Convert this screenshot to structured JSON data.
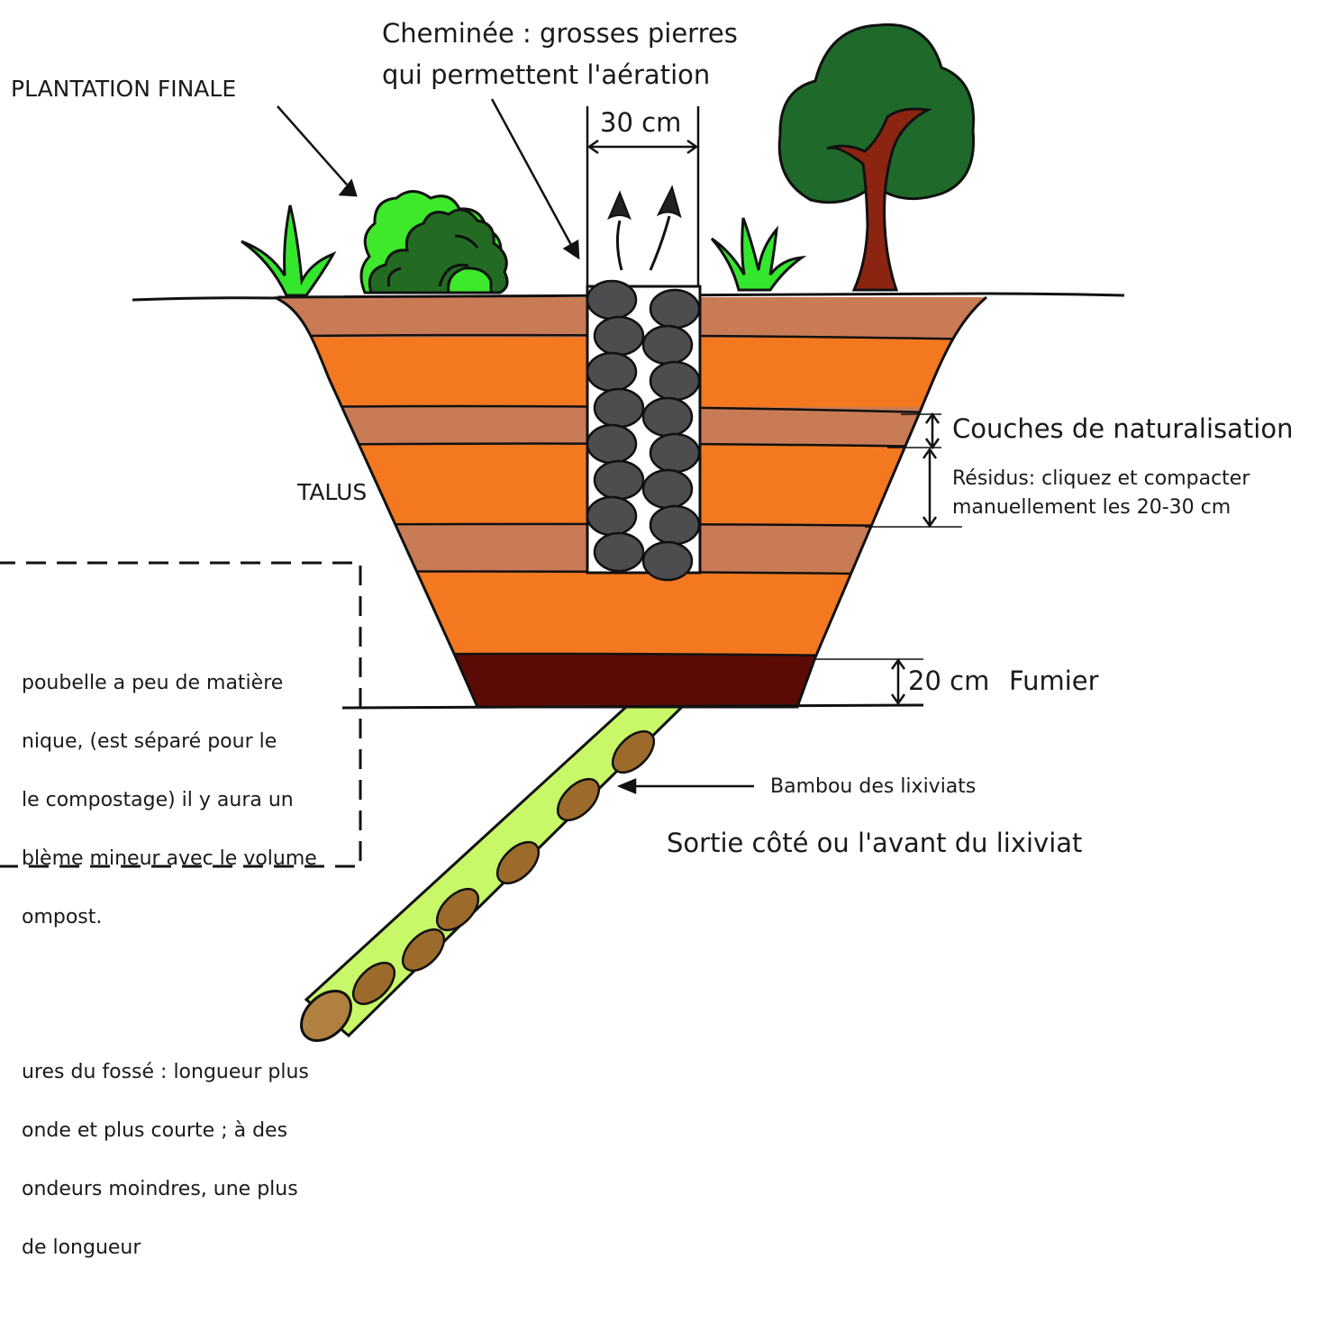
{
  "labels": {
    "plantation": "PLANTATION FINALE",
    "chimney_line1": "Cheminée : grosses pierres",
    "chimney_line2": "qui permettent l'aération",
    "width_30": "30 cm",
    "talus": "TALUS",
    "naturalisation": "Couches de naturalisation",
    "residus_line1": "Résidus: cliquez et compacter",
    "residus_line2": "manuellement les 20-30 cm",
    "fumier_size": "20 cm",
    "fumier": "Fumier",
    "bambou": "Bambou des lixiviats",
    "sortie": "Sortie côté ou l'avant du lixiviat"
  },
  "note": {
    "para1": [
      "poubelle a peu de matière",
      "nique, (est séparé pour le",
      "le compostage) il y aura un",
      "blème mineur avec le volume",
      "ompost."
    ],
    "para2": [
      "ures du fossé : longueur plus",
      "onde et plus courte ; à des",
      "ondeurs moindres, une plus",
      "de longueur"
    ]
  },
  "colors": {
    "light_layer": "#c97b55",
    "orange_layer": "#f47820",
    "manure": "#5c0a05",
    "stone": "#4d4d4f",
    "tree_leaf": "#1f6a2b",
    "trunk": "#8b2511",
    "grass": "#35e62e",
    "bush_light": "#3ee82a",
    "bush_dark": "#236b22",
    "bamboo": "#c8f868",
    "bamboo_knot": "#9c6b2b"
  }
}
